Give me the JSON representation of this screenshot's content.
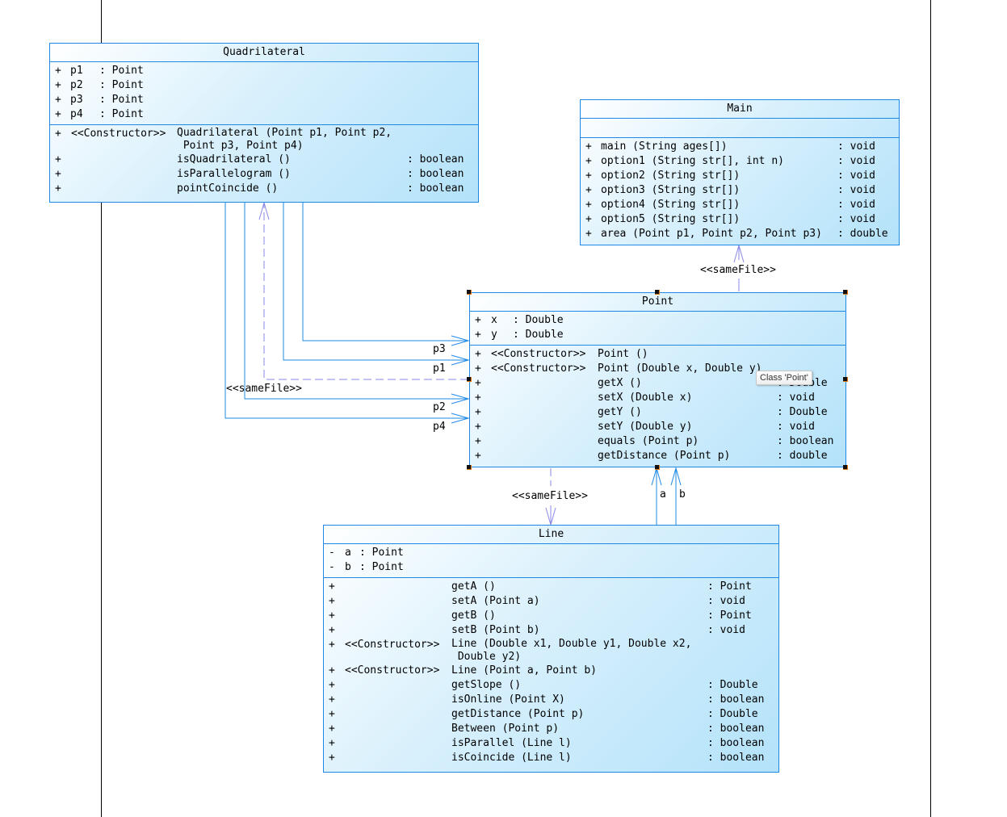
{
  "colors": {
    "class_border": "#1e88e5",
    "association_line": "#1e88e5",
    "dependency_line": "#8a8ae8",
    "gradient_start": "#ffffff",
    "gradient_end": "#b3e2fa",
    "handle": "#111111"
  },
  "classes": {
    "quadrilateral": {
      "name": "Quadrilateral",
      "attributes": [
        {
          "vis": "+",
          "name": "p1",
          "type": ": Point"
        },
        {
          "vis": "+",
          "name": "p2",
          "type": ": Point"
        },
        {
          "vis": "+",
          "name": "p3",
          "type": ": Point"
        },
        {
          "vis": "+",
          "name": "p4",
          "type": ": Point"
        }
      ],
      "operations": [
        {
          "vis": "+",
          "stereotype": "<<Constructor>>",
          "signature": "Quadrilateral (Point p1, Point p2,\n Point p3, Point p4)",
          "ret": ""
        },
        {
          "vis": "+",
          "stereotype": "",
          "signature": "isQuadrilateral ()",
          "ret": ": boolean"
        },
        {
          "vis": "+",
          "stereotype": "",
          "signature": "isParallelogram ()",
          "ret": ": boolean"
        },
        {
          "vis": "+",
          "stereotype": "",
          "signature": "pointCoincide ()",
          "ret": ": boolean"
        }
      ]
    },
    "main": {
      "name": "Main",
      "attributes": [],
      "operations": [
        {
          "vis": "+",
          "signature": "main (String ages[])",
          "ret": ": void"
        },
        {
          "vis": "+",
          "signature": "option1 (String str[], int n)",
          "ret": ": void"
        },
        {
          "vis": "+",
          "signature": "option2 (String str[])",
          "ret": ": void"
        },
        {
          "vis": "+",
          "signature": "option3 (String str[])",
          "ret": ": void"
        },
        {
          "vis": "+",
          "signature": "option4 (String str[])",
          "ret": ": void"
        },
        {
          "vis": "+",
          "signature": "option5 (String str[])",
          "ret": ": void"
        },
        {
          "vis": "+",
          "signature": "area (Point p1, Point p2, Point p3)",
          "ret": ": double"
        }
      ]
    },
    "point": {
      "name": "Point",
      "selected": true,
      "attributes": [
        {
          "vis": "+",
          "name": "x",
          "type": ": Double"
        },
        {
          "vis": "+",
          "name": "y",
          "type": ": Double"
        }
      ],
      "operations": [
        {
          "vis": "+",
          "stereotype": "<<Constructor>>",
          "signature": "Point ()",
          "ret": ""
        },
        {
          "vis": "+",
          "stereotype": "<<Constructor>>",
          "signature": "Point (Double x, Double y)",
          "ret": ""
        },
        {
          "vis": "+",
          "stereotype": "",
          "signature": "getX ()",
          "ret": ": Double"
        },
        {
          "vis": "+",
          "stereotype": "",
          "signature": "setX (Double x)",
          "ret": ": void"
        },
        {
          "vis": "+",
          "stereotype": "",
          "signature": "getY ()",
          "ret": ": Double"
        },
        {
          "vis": "+",
          "stereotype": "",
          "signature": "setY (Double y)",
          "ret": ": void"
        },
        {
          "vis": "+",
          "stereotype": "",
          "signature": "equals (Point p)",
          "ret": ": boolean"
        },
        {
          "vis": "+",
          "stereotype": "",
          "signature": "getDistance (Point p)",
          "ret": ": double"
        }
      ]
    },
    "line": {
      "name": "Line",
      "attributes": [
        {
          "vis": "-",
          "name": "a",
          "type": ": Point"
        },
        {
          "vis": "-",
          "name": "b",
          "type": ": Point"
        }
      ],
      "operations": [
        {
          "vis": "+",
          "stereotype": "",
          "signature": "getA ()",
          "ret": ": Point"
        },
        {
          "vis": "+",
          "stereotype": "",
          "signature": "setA (Point a)",
          "ret": ": void"
        },
        {
          "vis": "+",
          "stereotype": "",
          "signature": "getB ()",
          "ret": ": Point"
        },
        {
          "vis": "+",
          "stereotype": "",
          "signature": "setB (Point b)",
          "ret": ": void"
        },
        {
          "vis": "+",
          "stereotype": "<<Constructor>>",
          "signature": "Line (Double x1, Double y1, Double x2,\n Double y2)",
          "ret": ""
        },
        {
          "vis": "+",
          "stereotype": "<<Constructor>>",
          "signature": "Line (Point a, Point b)",
          "ret": ""
        },
        {
          "vis": "+",
          "stereotype": "",
          "signature": "getSlope ()",
          "ret": ": Double"
        },
        {
          "vis": "+",
          "stereotype": "",
          "signature": "isOnline (Point X)",
          "ret": ": boolean"
        },
        {
          "vis": "+",
          "stereotype": "",
          "signature": "getDistance (Point p)",
          "ret": ": Double"
        },
        {
          "vis": "+",
          "stereotype": "",
          "signature": "Between (Point p)",
          "ret": ": boolean"
        },
        {
          "vis": "+",
          "stereotype": "",
          "signature": "isParallel (Line l)",
          "ret": ": boolean"
        },
        {
          "vis": "+",
          "stereotype": "",
          "signature": "isCoincide (Line l)",
          "ret": ": boolean"
        }
      ]
    }
  },
  "relations": {
    "quad_p1": {
      "from": "Quadrilateral",
      "to": "Point",
      "kind": "association",
      "role": "p1"
    },
    "quad_p2": {
      "from": "Quadrilateral",
      "to": "Point",
      "kind": "association",
      "role": "p2"
    },
    "quad_p3": {
      "from": "Quadrilateral",
      "to": "Point",
      "kind": "association",
      "role": "p3"
    },
    "quad_p4": {
      "from": "Quadrilateral",
      "to": "Point",
      "kind": "association",
      "role": "p4"
    },
    "point_quad_samefile": {
      "from": "Point",
      "to": "Quadrilateral",
      "kind": "dependency",
      "label": "<<sameFile>>"
    },
    "point_main_samefile": {
      "from": "Point",
      "to": "Main",
      "kind": "dependency",
      "label": "<<sameFile>>"
    },
    "point_line_samefile": {
      "from": "Point",
      "to": "Line",
      "kind": "dependency",
      "label": "<<sameFile>>"
    },
    "line_a": {
      "from": "Line",
      "to": "Point",
      "kind": "association",
      "role": "a"
    },
    "line_b": {
      "from": "Line",
      "to": "Point",
      "kind": "association",
      "role": "b"
    }
  },
  "tooltip": "Class 'Point'"
}
